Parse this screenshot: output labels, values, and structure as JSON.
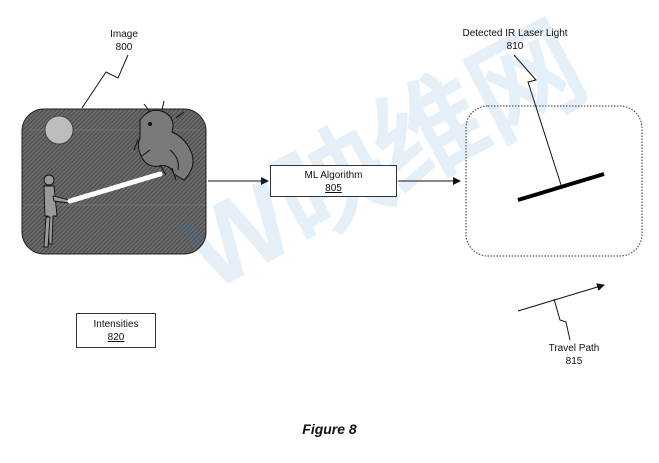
{
  "image_label": {
    "title": "Image",
    "ref": "800"
  },
  "detected_label": {
    "title": "Detected IR Laser Light",
    "ref": "810"
  },
  "ml_box": {
    "title": "ML Algorithm",
    "ref": "805"
  },
  "intensities_box": {
    "title": "Intensities",
    "ref": "820"
  },
  "travel_label": {
    "title": "Travel Path",
    "ref": "815"
  },
  "caption": "Figure 8",
  "watermark": "W映维网",
  "colors": {
    "scene_bg": "#5a5a5a",
    "laser": "#ffffff",
    "line": "#111111",
    "watermark": "#1e78c8"
  }
}
